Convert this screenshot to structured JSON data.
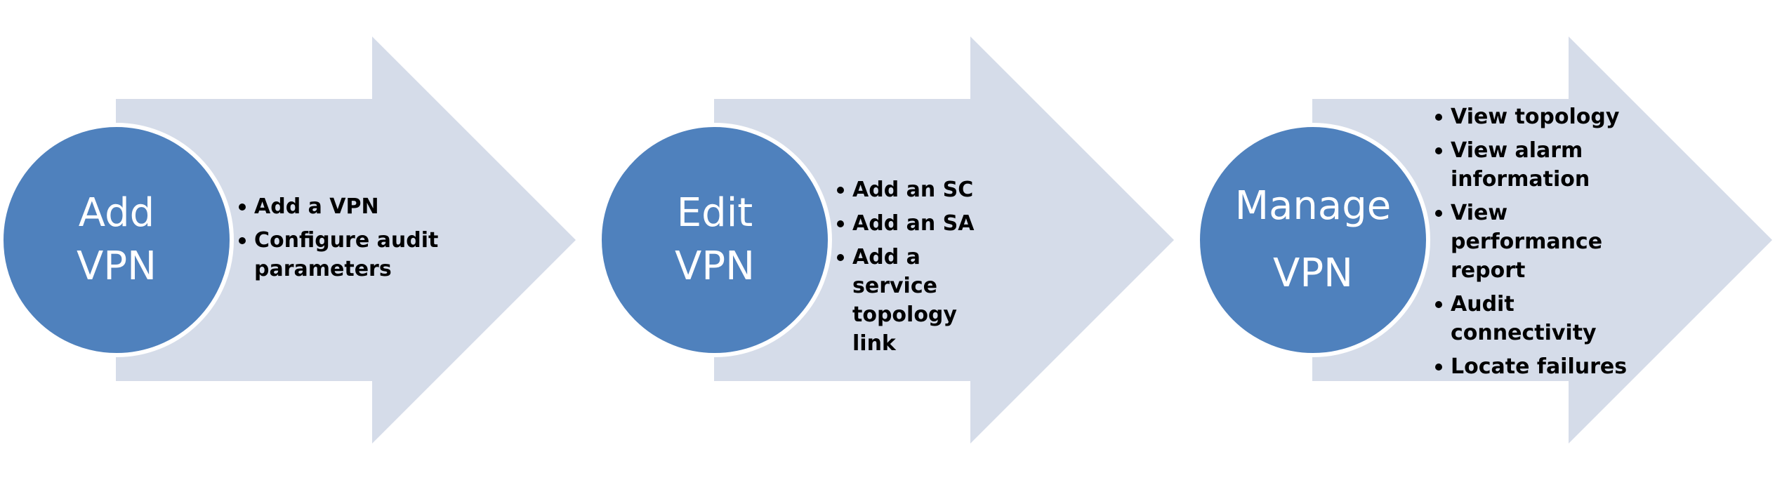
{
  "colors": {
    "arrow_fill": "#d5dce9",
    "circle_fill": "#4f81bd",
    "circle_border": "#ffffff",
    "circle_text": "#ffffff",
    "bullet_text": "#000000"
  },
  "stages": [
    {
      "title_lines": [
        "Add",
        "VPN"
      ],
      "items": [
        "Add a VPN",
        "Configure audit parameters"
      ]
    },
    {
      "title_lines": [
        "Edit",
        "VPN"
      ],
      "items": [
        "Add an SC",
        "Add an SA",
        "Add a service topology link"
      ]
    },
    {
      "title_lines": [
        "Manage",
        "VPN"
      ],
      "items": [
        "View topology",
        "View alarm information",
        "View performance report",
        "Audit connectivity",
        "Locate failures"
      ]
    }
  ]
}
